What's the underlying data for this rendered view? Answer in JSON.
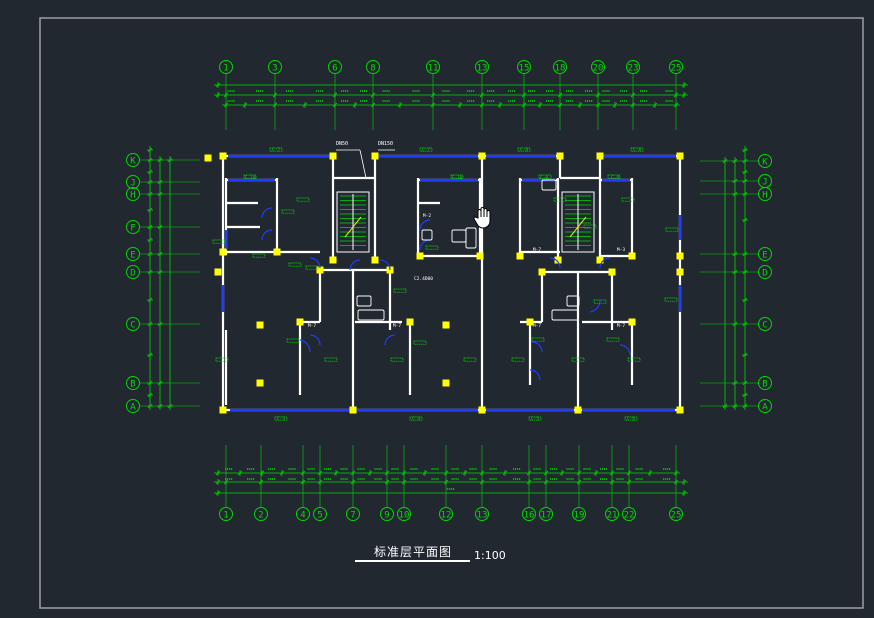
{
  "drawing": {
    "title": "标准层平面图",
    "scale": "1:100",
    "colors": {
      "background": "#212830",
      "frame": "#9aa0a6",
      "grid": "#00d800",
      "wall": "#ffffff",
      "window": "#1f3cff",
      "column": "#ffff00"
    }
  },
  "axes": {
    "top": [
      "1",
      "3",
      "6",
      "8",
      "11",
      "13",
      "15",
      "18",
      "20",
      "23",
      "25"
    ],
    "bottom": [
      "1",
      "2",
      "4",
      "5",
      "7",
      "9",
      "10",
      "12",
      "13",
      "16",
      "17",
      "19",
      "21",
      "22",
      "25"
    ],
    "left": [
      "K",
      "J",
      "H",
      "F",
      "E",
      "D",
      "C",
      "B",
      "A"
    ],
    "right": [
      "K",
      "J",
      "H",
      "E",
      "D",
      "C",
      "B",
      "A"
    ]
  },
  "labels": {
    "windows": [
      "C-7",
      "C-7",
      "C-8",
      "C-8",
      "C-3",
      "C-4",
      "C-5",
      "C-6",
      "C-10",
      "C-10",
      "C-9",
      "C-9"
    ],
    "doors": [
      "M-7",
      "M-7",
      "M-7",
      "M-7",
      "M-7",
      "M-3",
      "M-2"
    ],
    "pipes": [
      "DN50",
      "DN150"
    ],
    "note": "C2.4D00"
  }
}
